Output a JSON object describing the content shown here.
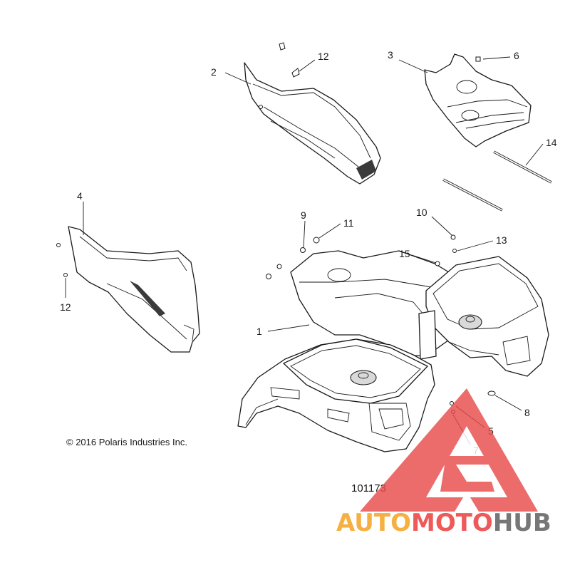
{
  "copyright": "© 2016 Polaris Industries Inc.",
  "drawing_number": "101173",
  "callouts": [
    "1",
    "2",
    "3",
    "4",
    "5",
    "6",
    "7",
    "8",
    "9",
    "10",
    "11",
    "12",
    "12",
    "13",
    "14",
    "15"
  ],
  "watermark": {
    "brand_part1": "AUTO",
    "brand_part2": "MOTO",
    "brand_part3": "HUB",
    "colors": {
      "triangle": "#e84b4b",
      "part1": "#f6b042",
      "part2": "#ee5a5a",
      "part3": "#777777"
    }
  }
}
